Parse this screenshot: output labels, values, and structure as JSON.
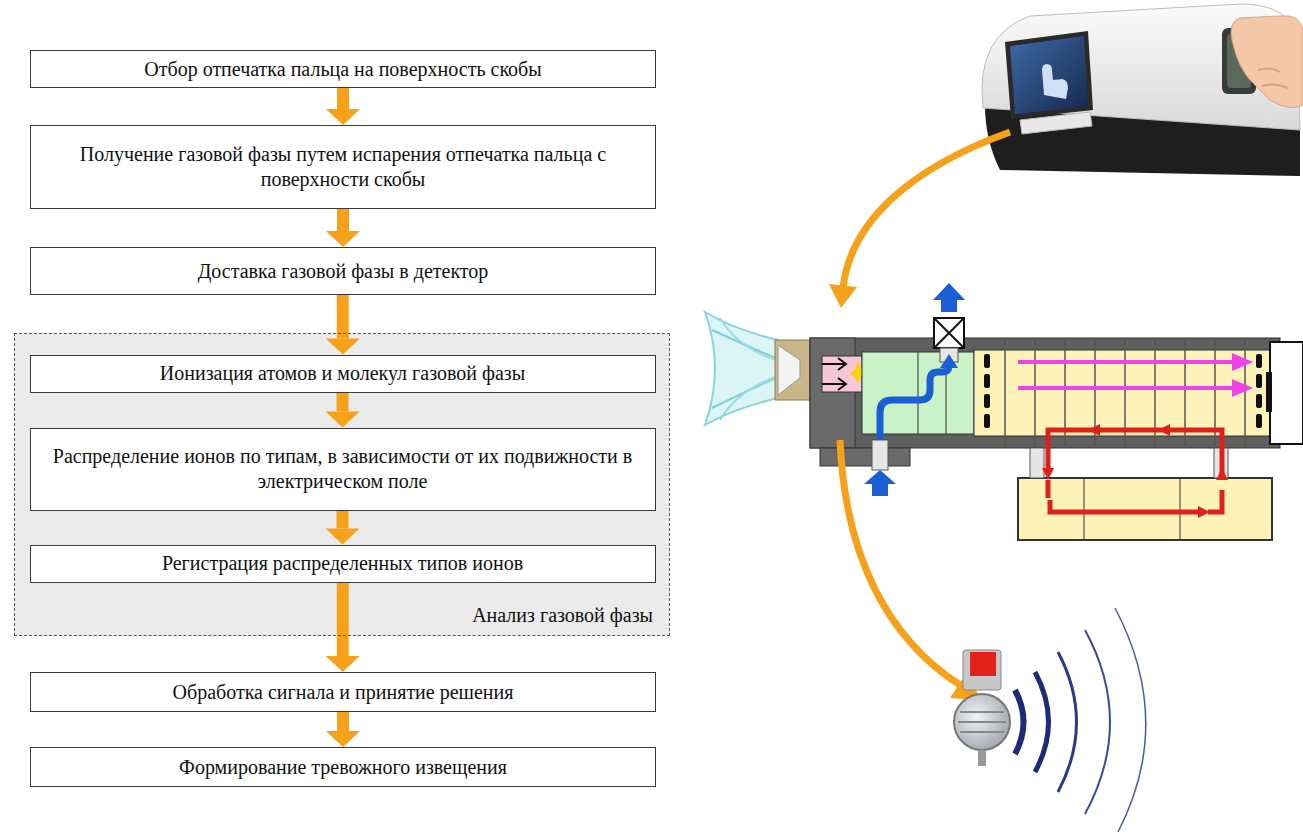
{
  "diagram": {
    "nodes": [
      {
        "text": [
          "Отбор отпечатка пальца на поверхность скобы"
        ]
      },
      {
        "text": [
          "Получение газовой фазы путем испарения отпечатка пальца с поверхности скобы"
        ]
      },
      {
        "text": [
          "Доставка газовой фазы в детектор"
        ]
      },
      {
        "text": [
          "Анализ газовой фазы"
        ]
      },
      {
        "text": [
          "Ионизация атомов и молекул газовой фазы"
        ],
        "in": 3
      },
      {
        "text": [
          "Распределение ионов по типам, в зависимости от их подвижности в электрическом поле"
        ],
        "in": 3
      },
      {
        "text": [
          "Регистрация распределенных типов ионов"
        ],
        "in": 3
      },
      {
        "text": [
          "Обработка сигнала и принятие решения"
        ]
      },
      {
        "text": [
          "Формирование тревожного извещения"
        ]
      }
    ],
    "edges": [
      {
        "from": 0,
        "to": 1,
        "arrow": "to"
      },
      {
        "from": 1,
        "to": 2,
        "arrow": "to"
      },
      {
        "from": 2,
        "to": 4,
        "arrow": "to"
      },
      {
        "from": 4,
        "to": 5,
        "arrow": "to"
      },
      {
        "from": 5,
        "to": 6,
        "arrow": "to"
      },
      {
        "from": 6,
        "to": 7,
        "arrow": "to"
      },
      {
        "from": 7,
        "to": 8,
        "arrow": "to"
      }
    ]
  }
}
